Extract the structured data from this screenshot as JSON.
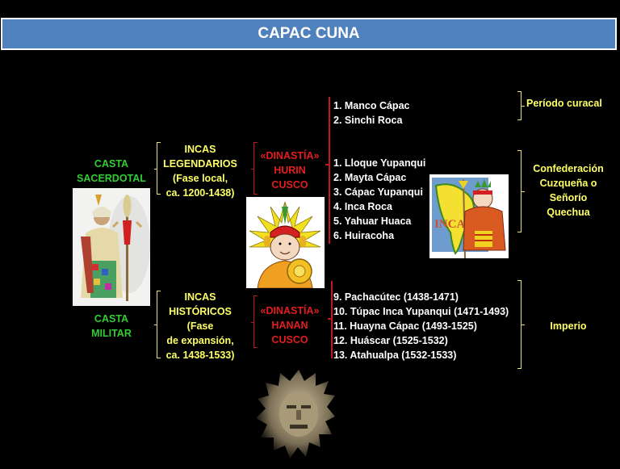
{
  "title": "CAPAC CUNA",
  "castes": {
    "sacerdotal": {
      "line1": "CASTA",
      "line2": "SACERDOTAL"
    },
    "militar": {
      "line1": "CASTA",
      "line2": "MILITAR"
    }
  },
  "phases": {
    "legendarios": {
      "lines": [
        "INCAS",
        "LEGENDARIOS",
        "(Fase local,",
        "ca. 1200-1438)"
      ]
    },
    "historicos": {
      "lines": [
        "INCAS",
        "HISTÓRICOS",
        "(Fase",
        "de expansión,",
        "ca. 1438-1533)"
      ]
    }
  },
  "dynasties": {
    "hurin": {
      "lines": [
        "«DINASTÍA»",
        "HURIN",
        "CUSCO"
      ]
    },
    "hanan": {
      "lines": [
        "«DINASTÍA»",
        "HANAN",
        "CUSCO"
      ]
    }
  },
  "rulers": {
    "curacal": [
      "1. Manco Cápac",
      "2. Sinchi Roca"
    ],
    "confederacion": [
      "1. Lloque Yupanqui",
      "2. Mayta Cápac",
      "3. Cápac Yupanqui",
      "4. Inca Roca",
      "5. Yahuar Huaca",
      "6. Huiracoha"
    ],
    "imperio": [
      "9. Pachacútec (1438-1471)",
      "10. Túpac Inca Yupanqui (1471-1493)",
      "11. Huayna Cápac (1493-1525)",
      "12. Huáscar (1525-1532)",
      "13. Atahualpa (1532-1533)"
    ]
  },
  "periods": {
    "curacal": "Período curacal",
    "confederacion": [
      "Confederación",
      "Cuzqueña o",
      "Señorío",
      "Quechua"
    ],
    "imperio": "Imperio"
  },
  "images": {
    "inca_priest": "inca-priest-illustration",
    "inca_cartoon": "inca-cartoon-with-sun-disc",
    "incas_map": "incas-map-cartoon",
    "sun_mask": "stone-sun-mask"
  },
  "colors": {
    "title_bg": "#4f81bd",
    "green": "#33cc33",
    "yellow": "#ffff66",
    "red": "#e21e1e",
    "white": "#ffffff"
  }
}
